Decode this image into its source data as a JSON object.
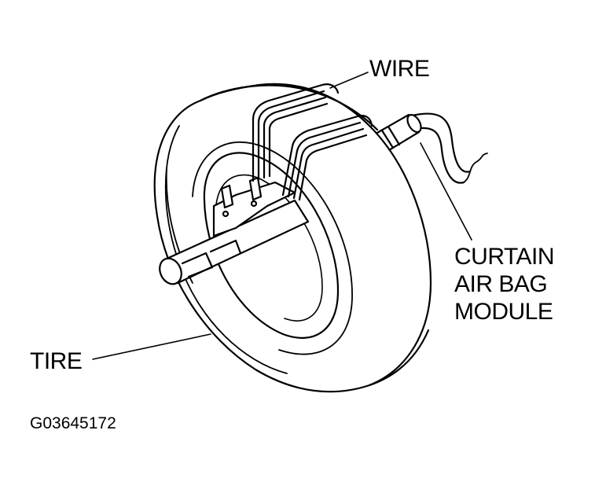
{
  "labels": {
    "wire": "WIRE",
    "curtain_module": [
      "CURTAIN",
      "AIR BAG",
      "MODULE"
    ],
    "tire": "TIRE",
    "figure_code": "G03645172"
  },
  "colors": {
    "ink": "#000000",
    "paper": "#ffffff"
  }
}
